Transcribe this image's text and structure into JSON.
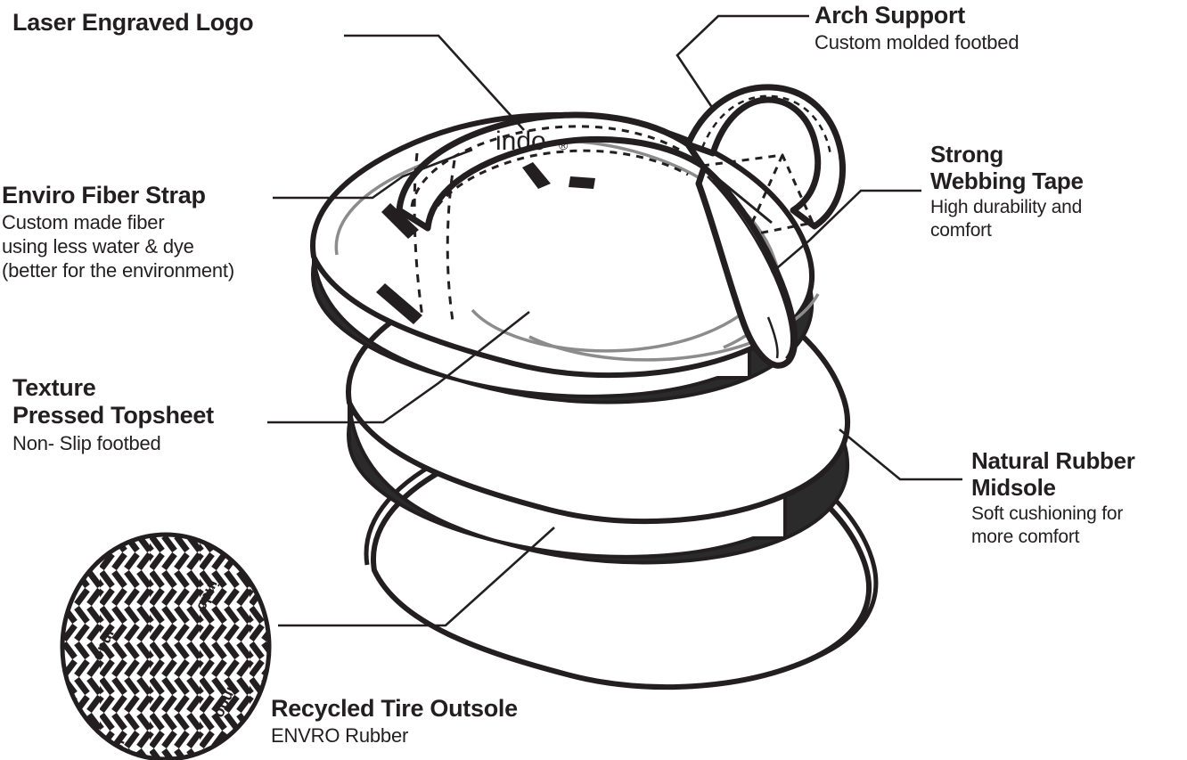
{
  "diagram": {
    "subject": "indo flip-flop sandal exploded construction diagram",
    "brand_mark": "indo®",
    "background_color": "#ffffff",
    "line_color": "#231f20",
    "grey_detail_color": "#8c8c8c",
    "midsole_fill": "#2b2b2b"
  },
  "callouts": {
    "laser_logo": {
      "title": "Laser Engraved Logo",
      "subtitle": ""
    },
    "arch_support": {
      "title": "Arch Support",
      "subtitle": "Custom molded footbed"
    },
    "enviro_strap": {
      "title": "Enviro Fiber Strap",
      "subtitle": "Custom made fiber\nusing less water & dye\n(better for the environment)"
    },
    "webbing_tape": {
      "title": "Strong\nWebbing Tape",
      "subtitle": "High durability and\ncomfort"
    },
    "topsheet": {
      "title": "Texture\nPressed Topsheet",
      "subtitle": "Non- Slip footbed"
    },
    "midsole": {
      "title": "Natural Rubber\nMidsole",
      "subtitle": "Soft cushioning for\nmore comfort"
    },
    "outsole": {
      "title": "Recycled Tire Outsole",
      "subtitle": "ENVRO Rubber"
    }
  },
  "tread_inset": {
    "pattern": "herringbone",
    "embossed_text": "indo",
    "repeat_count": 4
  },
  "strap_logo": {
    "text": "indo",
    "registered_mark": "®"
  }
}
